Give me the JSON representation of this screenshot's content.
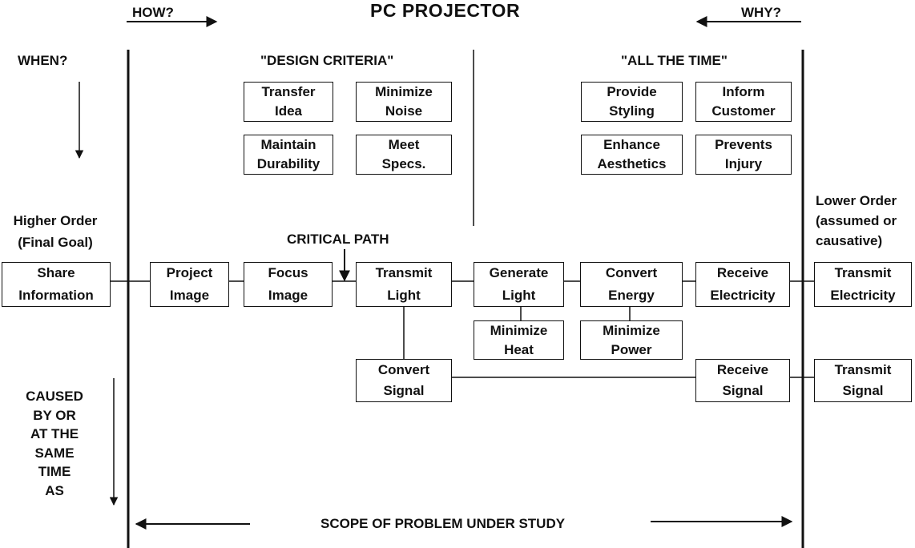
{
  "title": "PC PROJECTOR",
  "how_label": "HOW?",
  "why_label": "WHY?",
  "when_label": "WHEN?",
  "design_criteria_label": "\"DESIGN CRITERIA\"",
  "all_the_time_label": "\"ALL THE TIME\"",
  "critical_path_label": "CRITICAL PATH",
  "higher_order": {
    "line1": "Higher Order",
    "line2": "(Final Goal)"
  },
  "lower_order": {
    "line1": "Lower Order",
    "line2": "(assumed or",
    "line3": "causative)"
  },
  "caused_by": [
    "CAUSED",
    "BY OR",
    "AT THE",
    "SAME",
    "TIME",
    "AS"
  ],
  "scope_label": "SCOPE OF PROBLEM UNDER STUDY",
  "boxes": {
    "transfer_idea": [
      "Transfer",
      "Idea"
    ],
    "minimize_noise": [
      "Minimize",
      "Noise"
    ],
    "maintain_durability": [
      "Maintain",
      "Durability"
    ],
    "meet_specs": [
      "Meet",
      "Specs."
    ],
    "provide_styling": [
      "Provide",
      "Styling"
    ],
    "inform_customer": [
      "Inform",
      "Customer"
    ],
    "enhance_aesthetics": [
      "Enhance",
      "Aesthetics"
    ],
    "prevents_injury": [
      "Prevents",
      "Injury"
    ],
    "share_information": [
      "Share",
      "Information"
    ],
    "project_image": [
      "Project",
      "Image"
    ],
    "focus_image": [
      "Focus",
      "Image"
    ],
    "transmit_light": [
      "Transmit",
      "Light"
    ],
    "generate_light": [
      "Generate",
      "Light"
    ],
    "convert_energy": [
      "Convert",
      "Energy"
    ],
    "receive_electricity": [
      "Receive",
      "Electricity"
    ],
    "transmit_electricity": [
      "Transmit",
      "Electricity"
    ],
    "minimize_heat": [
      "Minimize",
      "Heat"
    ],
    "minimize_power": [
      "Minimize",
      "Power"
    ],
    "convert_signal": [
      "Convert",
      "Signal"
    ],
    "receive_signal": [
      "Receive",
      "Signal"
    ],
    "transmit_signal": [
      "Transmit",
      "Signal"
    ]
  }
}
